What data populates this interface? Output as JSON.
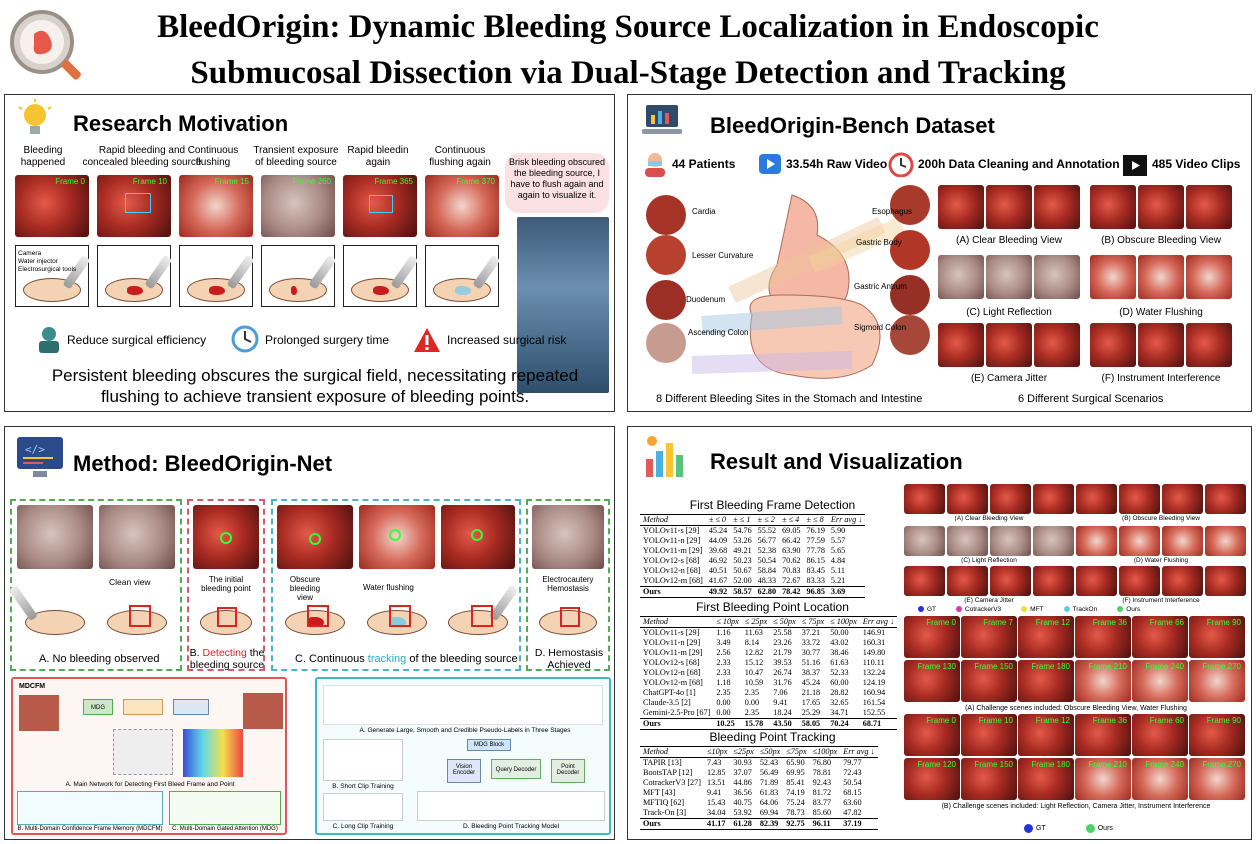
{
  "title": {
    "line1": "BleedOrigin: Dynamic Bleeding Source Localization in Endoscopic",
    "line2": "Submucosal Dissection via Dual-Stage Detection and Tracking"
  },
  "motivation": {
    "heading": "Research Motivation",
    "steps": [
      "Bleeding happened",
      "Rapid bleeding and concealed bleeding source",
      "Continuous flushing",
      "Transient exposure of bleeding source",
      "Rapid bleedin again",
      "Continuous flushing again"
    ],
    "frames": [
      "Frame 0",
      "Frame 10",
      "Frame 15",
      "Frame 260",
      "Frame 365",
      "Frame 370"
    ],
    "bubble": "Brisk bleeding obscured the bleeding source, I have to flush again and again to visualize it.",
    "sketch_labels": [
      "Camera",
      "Water injector",
      "Electrosurgical tools"
    ],
    "impacts": [
      "Reduce surgical efficiency",
      "Prolonged surgery time",
      "Increased surgical risk"
    ],
    "statement": "Persistent bleeding obscures the surgical field, necessitating repeated flushing to achieve transient exposure of bleeding points."
  },
  "dataset": {
    "heading": "BleedOrigin-Bench Dataset",
    "stats": [
      "44 Patients",
      "33.54h Raw Video",
      "200h Data Cleaning and Annotation",
      "485 Video Clips"
    ],
    "sites": [
      "Cardia",
      "Esophagus",
      "Lesser Curvature",
      "Gastric Body",
      "Duodenum",
      "Gastric Antrum",
      "Ascending Colon",
      "Sigmoid Colon"
    ],
    "scenarios": [
      "(A) Clear Bleeding View",
      "(B) Obscure Bleeding View",
      "(C) Light Reflection",
      "(D) Water Flushing",
      "(E) Camera Jitter",
      "(F) Instrument Interference"
    ],
    "caption_left": "8 Different Bleeding Sites in the Stomach and Intestine",
    "caption_right": "6 Different Surgical Scenarios"
  },
  "method": {
    "heading": "Method: BleedOrigin-Net",
    "clean_view": "Clean view",
    "initial_point": "The initial bleeding point",
    "obscure_view": "Obscure bleeding view",
    "water_flushing": "Water flushing",
    "hemostasis": "Electrocautery Hemostasis",
    "stage_a": "A. No bleeding observed",
    "stage_b1": "B. ",
    "stage_b2": "Detecting",
    "stage_b3": " the bleeding source",
    "stage_c1": "C. Continuous ",
    "stage_c2": "tracking",
    "stage_c3": " of the bleeding source",
    "stage_d": "D. Hemostasis Achieved",
    "net_a": "A. Main Network for Detecting First Bleed Frame and Point",
    "net_b": "B. Multi-Domain Confidence Frame Memory (MDCFM)",
    "net_c": "C. Multi-Domain Gated Attention (MDG)",
    "track_a": "A. Generate Large, Smooth and Credible Pseudo-Labels in Three Stages",
    "track_b": "B. Short Clip Training",
    "track_c": "C. Long Clip Training",
    "track_d": "D. Bleeding Point Tracking Model",
    "modules": [
      "MDCFM",
      "MDG",
      "Vision Encoder",
      "Query Decoder",
      "Point Decoder",
      "MDG Block"
    ]
  },
  "results": {
    "heading": "Result and Visualization",
    "t1": {
      "title": "First Bleeding Frame Detection",
      "headers": [
        "Method",
        "± ≤ 0",
        "± ≤ 1",
        "± ≤ 2",
        "± ≤ 4",
        "± ≤ 8",
        "Err avg ↓"
      ],
      "rows": [
        [
          "YOLOv11-s [29]",
          "45.24",
          "54.76",
          "55.52",
          "69.05",
          "76.19",
          "5.90"
        ],
        [
          "YOLOv11-n [29]",
          "44.09",
          "53.26",
          "56.77",
          "66.42",
          "77.59",
          "5.57"
        ],
        [
          "YOLOv11-m [29]",
          "39.68",
          "49.21",
          "52.38",
          "63.90",
          "77.78",
          "5.65"
        ],
        [
          "YOLOv12-s [68]",
          "46.92",
          "50.23",
          "50.54",
          "70.62",
          "86.15",
          "4.84"
        ],
        [
          "YOLOv12-n [68]",
          "40.51",
          "50.67",
          "58.84",
          "70.83",
          "83.45",
          "5.11"
        ],
        [
          "YOLOv12-m [68]",
          "41.67",
          "52.00",
          "48.33",
          "72.67",
          "83.33",
          "5.21"
        ]
      ],
      "ours": [
        "Ours",
        "49.92",
        "58.57",
        "62.80",
        "78.42",
        "96.85",
        "3.69"
      ]
    },
    "t2": {
      "title": "First Bleeding Point Location",
      "headers": [
        "Method",
        "≤ 10px",
        "≤ 25px",
        "≤ 50px",
        "≤ 75px",
        "≤ 100px",
        "Err avg ↓"
      ],
      "rows": [
        [
          "YOLOv11-s [29]",
          "1.16",
          "11.63",
          "25.58",
          "37.21",
          "50.00",
          "146.91"
        ],
        [
          "YOLOv11-n [29]",
          "3.49",
          "8.14",
          "23.26",
          "33.72",
          "43.02",
          "160.31"
        ],
        [
          "YOLOv11-m [29]",
          "2.56",
          "12.82",
          "21.79",
          "30.77",
          "38.46",
          "149.80"
        ],
        [
          "YOLOv12-s [68]",
          "2.33",
          "15.12",
          "39.53",
          "51.16",
          "61.63",
          "110.11"
        ],
        [
          "YOLOv12-n [68]",
          "2.33",
          "10.47",
          "26.74",
          "38.37",
          "52.33",
          "132.24"
        ],
        [
          "YOLOv12-m [68]",
          "1.18",
          "10.59",
          "31.76",
          "45.24",
          "60.00",
          "124.19"
        ],
        [
          "ChatGPT-4o [1]",
          "2.35",
          "2.35",
          "7.06",
          "21.18",
          "28.82",
          "160.94"
        ],
        [
          "Claude-3.5 [2]",
          "0.00",
          "0.00",
          "9.41",
          "17.65",
          "32.65",
          "161.54"
        ],
        [
          "Gemini-2.5-Pro [67]",
          "0.00",
          "2.35",
          "18.24",
          "25.29",
          "34.71",
          "152.55"
        ]
      ],
      "ours": [
        "Ours",
        "10.25",
        "15.78",
        "43.50",
        "58.05",
        "70.24",
        "68.71"
      ]
    },
    "t3": {
      "title": "Bleeding Point Tracking",
      "headers": [
        "Method",
        "≤10px",
        "≤25px",
        "≤50px",
        "≤75px",
        "≤100px",
        "Err avg ↓"
      ],
      "rows": [
        [
          "TAPIR [13]",
          "7.43",
          "30.93",
          "52.43",
          "65.90",
          "76.80",
          "79.77"
        ],
        [
          "BootsTAP [12]",
          "12.85",
          "37.07",
          "56.49",
          "69.95",
          "78.81",
          "72.43"
        ],
        [
          "CotrackerV3 [27]",
          "13.51",
          "44.86",
          "71.89",
          "85.41",
          "92.43",
          "50.54"
        ],
        [
          "MFT [43]",
          "9.41",
          "36.56",
          "61.83",
          "74.19",
          "81.72",
          "68.15"
        ],
        [
          "MFTIQ [62]",
          "15.43",
          "40.75",
          "64.06",
          "75.24",
          "83.77",
          "63.60"
        ],
        [
          "Track-On [3]",
          "34.04",
          "53.92",
          "69.94",
          "78.73",
          "85.60",
          "47.82"
        ]
      ],
      "ours": [
        "Ours",
        "41.17",
        "61.28",
        "82.39",
        "92.75",
        "96.11",
        "37.19"
      ]
    },
    "vis_scenes": [
      "(A) Clear Bleeding View",
      "(B) Obscure Bleeding View",
      "(C) Light Reflection",
      "(D) Water Flushing",
      "(E) Camera Jitter",
      "(F) Instrument Interference"
    ],
    "legend1": [
      "GT",
      "CotrackerV3",
      "MFT",
      "TrackOn",
      "Ours"
    ],
    "frames_a": [
      "Frame 0",
      "Frame 7",
      "Frame 12",
      "Frame 36",
      "Frame 66",
      "Frame 90",
      "Frame 130",
      "Frame 150",
      "Frame 180",
      "Frame 210",
      "Frame 240",
      "Frame 270"
    ],
    "frames_b": [
      "Frame 0",
      "Frame 10",
      "Frame 12",
      "Frame 36",
      "Frame 60",
      "Frame 90",
      "Frame 120",
      "Frame 150",
      "Frame 180",
      "Frame 210",
      "Frame 240",
      "Frame 270"
    ],
    "caption_a": "(A) Challenge scenes included: Obscure Bleeding View, Water Flushing",
    "caption_b": "(B) Challenge scenes included: Light Reflection, Camera Jitter, Instrument Interference",
    "legend2": [
      "GT",
      "Ours"
    ]
  }
}
